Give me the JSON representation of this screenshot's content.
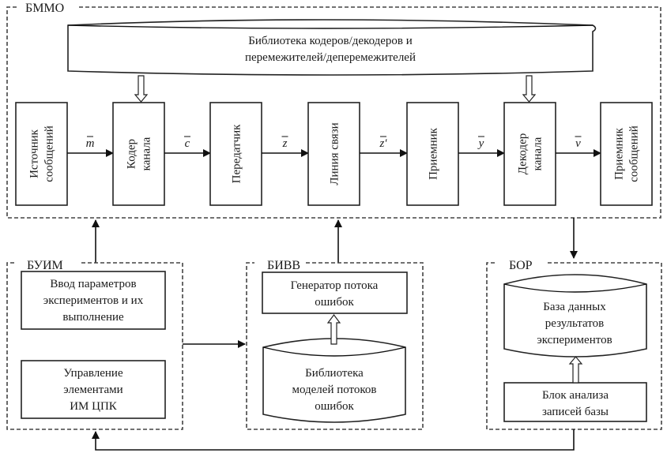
{
  "groups": {
    "bmmo": "БММО",
    "buim": "БУИМ",
    "bivv": "БИВВ",
    "bor": "БОР"
  },
  "library_top": {
    "line1": "Библиотека кодеров/декодеров и",
    "line2": "перемежителей/деперемежителей"
  },
  "chain": [
    {
      "line1": "Источник",
      "line2": "сообщений"
    },
    {
      "line1": "Кодер",
      "line2": "канала"
    },
    {
      "line1": "Передатчик",
      "line2": ""
    },
    {
      "line1": "Линия связи",
      "line2": ""
    },
    {
      "line1": "Приемник",
      "line2": ""
    },
    {
      "line1": "Декодер",
      "line2": "канала"
    },
    {
      "line1": "Приемник",
      "line2": "сообщений"
    }
  ],
  "signals": [
    "m",
    "c",
    "z",
    "z'",
    "y",
    "v"
  ],
  "buim": {
    "input_block": [
      "Ввод параметров",
      "экспериментов и их",
      "выполнение"
    ],
    "control_block": [
      "Управление",
      "элементами",
      "ИМ ЦПК"
    ]
  },
  "bivv": {
    "generator": [
      "Генератор потока",
      "ошибок"
    ],
    "models_library": [
      "Библиотека",
      "моделей потоков",
      "ошибок"
    ]
  },
  "bor": {
    "database": [
      "База данных",
      "результатов",
      "экспериментов"
    ],
    "analysis": [
      "Блок анализа",
      "записей базы"
    ]
  }
}
